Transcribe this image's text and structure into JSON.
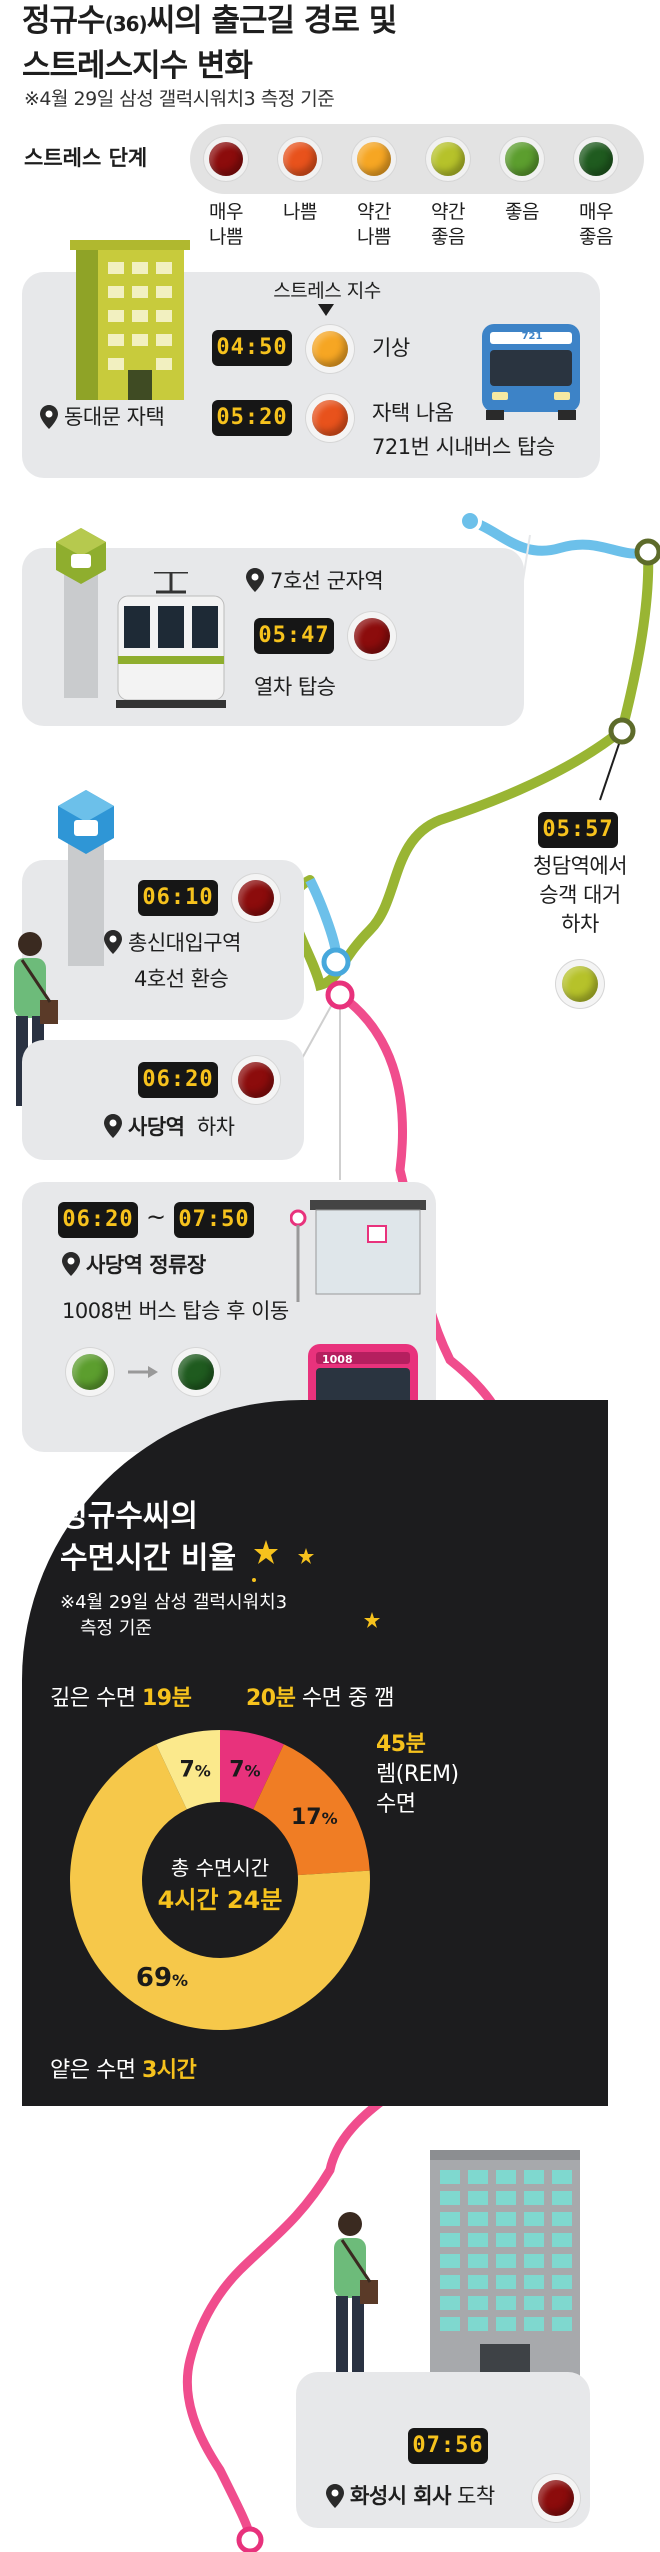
{
  "header": {
    "title_line1_a": "정규수",
    "title_age": "(36)",
    "title_line1_b": "씨의 출근길 경로 및",
    "title_line2": "스트레스지수 변화",
    "note": "※4월 29일 삼성 갤럭시워치3 측정 기준"
  },
  "legend": {
    "label": "스트레스 단계",
    "levels": [
      {
        "label": "매우\n나쁨",
        "color": "#8c0c0c"
      },
      {
        "label": "나쁨",
        "color": "#e8521c"
      },
      {
        "label": "약간\n나쁨",
        "color": "#f6a623"
      },
      {
        "label": "약간\n좋음",
        "color": "#b6c22a"
      },
      {
        "label": "좋음",
        "color": "#5c9e2e"
      },
      {
        "label": "매우\n좋음",
        "color": "#1f5b1f"
      }
    ]
  },
  "steps": {
    "home": {
      "stress_header": "스트레스 지수",
      "wake_time": "04:50",
      "wake_label": "기상",
      "leave_time": "05:20",
      "leave_label_1": "자택 나옴",
      "leave_label_2": "721번 시내버스 탑승",
      "place": "동대문 자택",
      "bus_number": "721"
    },
    "gunja": {
      "place": "7호선 군자역",
      "time": "05:47",
      "label": "열차 탑승"
    },
    "cheongdam": {
      "time": "05:57",
      "label_1": "청담역에서",
      "label_2": "승객 대거",
      "label_3": "하차"
    },
    "chongsin": {
      "time": "06:10",
      "place": "총신대입구역",
      "label": "4호선 환승"
    },
    "sadang": {
      "time": "06:20",
      "place": "사당역",
      "label": "하차"
    },
    "busstop": {
      "time_from": "06:20",
      "tilde": "~",
      "time_to": "07:50",
      "place": "사당역 정류장",
      "label": "1008번 버스 탑승 후 이동",
      "bus_number": "1008"
    },
    "office": {
      "time": "07:56",
      "place": "화성시 회사",
      "label": "도착"
    }
  },
  "sleep": {
    "title_1": "정규수씨의",
    "title_2": "수면시간 비율",
    "note_1": "※4월 29일 삼성 갤럭시워치3",
    "note_2": "측정 기준",
    "center_1": "총 수면시간",
    "center_2": "4시간 24분",
    "deep_label": "깊은 수면",
    "deep_value": "19분",
    "awake_value": "20분",
    "awake_label": "수면 중 깸",
    "rem_value": "45분",
    "rem_label_1": "렘(REM)",
    "rem_label_2": "수면",
    "light_label": "얕은 수면",
    "light_value": "3시간",
    "chart_data": {
      "type": "pie",
      "title": "",
      "categories": [
        "수면 중 깸",
        "렘(REM) 수면",
        "얕은 수면",
        "깊은 수면"
      ],
      "values": [
        7,
        17,
        69,
        7
      ],
      "labels": [
        "7",
        "17",
        "69",
        "7"
      ],
      "unit": "%",
      "colors": [
        "#e8327c",
        "#f07d24",
        "#f6c84a",
        "#fbe98c"
      ]
    }
  },
  "colors": {
    "route_bus": "#6cc0ea",
    "route_subway7": "#8fae2e",
    "route_bus_red": "#f04d8d",
    "clock_text": "#f6c21d",
    "panel_bg": "#e7e8ea"
  }
}
